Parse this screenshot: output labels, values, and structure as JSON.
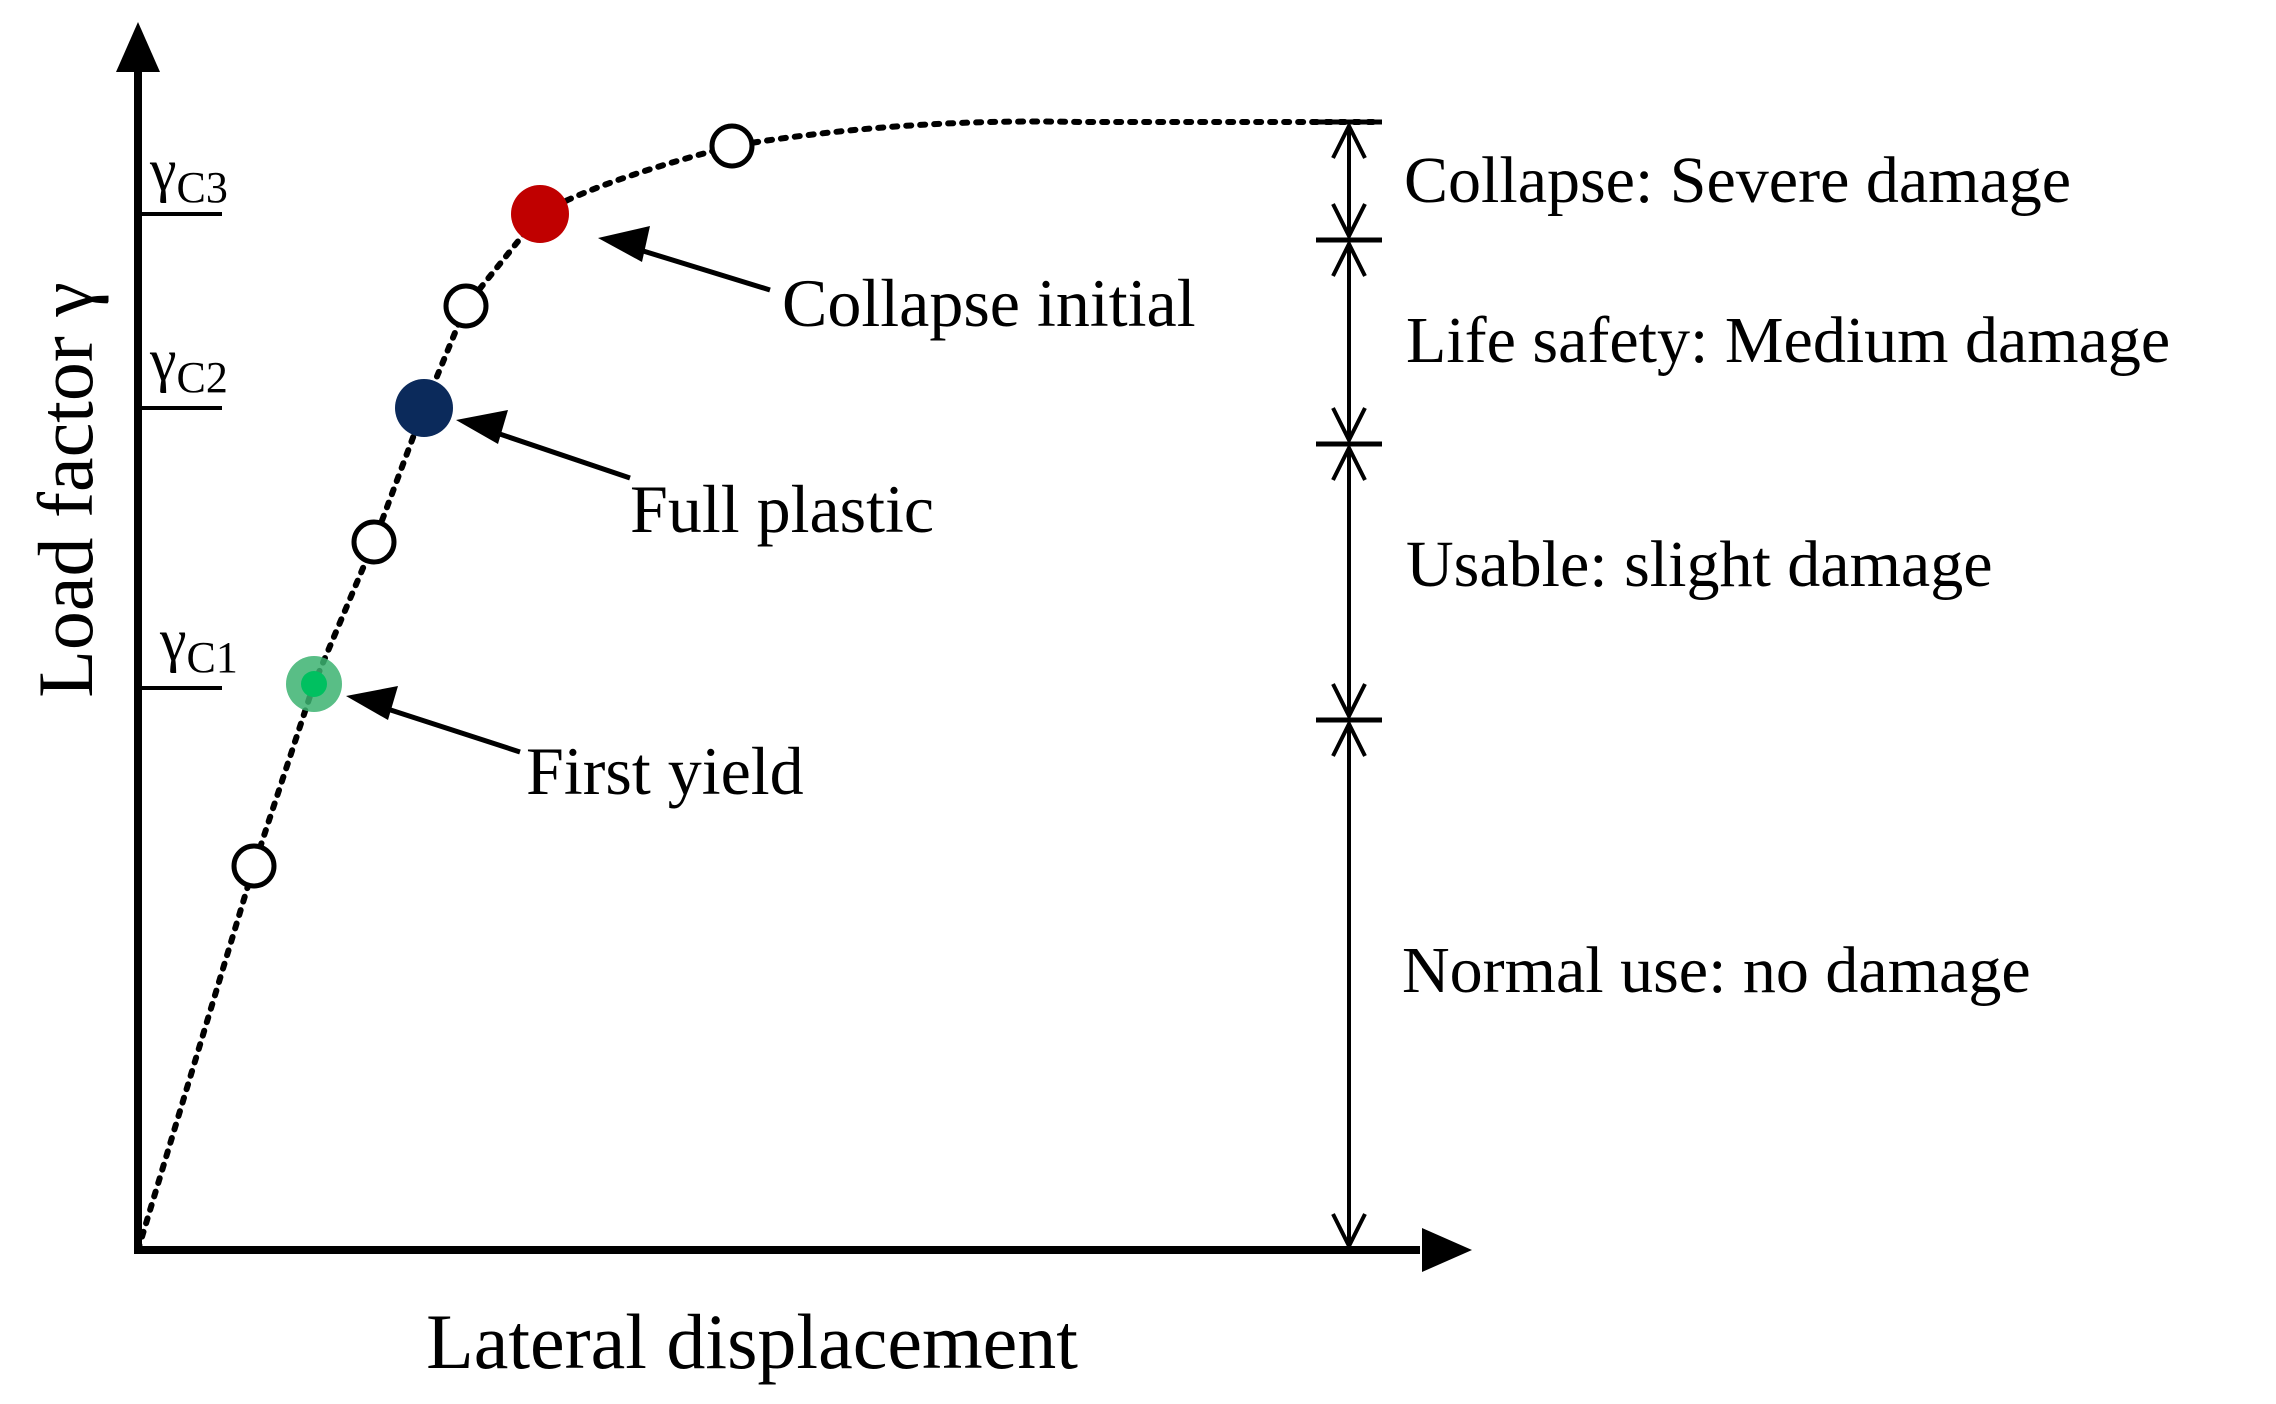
{
  "axes": {
    "x_label": "Lateral displacement",
    "y_label": "Load factor γ"
  },
  "gamma_levels": [
    {
      "symbol": "γ",
      "subscript": "C3"
    },
    {
      "symbol": "γ",
      "subscript": "C2"
    },
    {
      "symbol": "γ",
      "subscript": "C1"
    }
  ],
  "callouts": {
    "first_yield": "First yield",
    "full_plastic": "Full plastic",
    "collapse_initial": "Collapse initial"
  },
  "zones": [
    "Collapse: Severe damage",
    "Life safety: Medium damage",
    "Usable: slight damage",
    "Normal use: no damage"
  ],
  "colors": {
    "first_yield_marker": "#3cb371",
    "full_plastic_marker": "#0b2a5b",
    "collapse_initial_marker": "#c00000",
    "line": "#000000"
  }
}
